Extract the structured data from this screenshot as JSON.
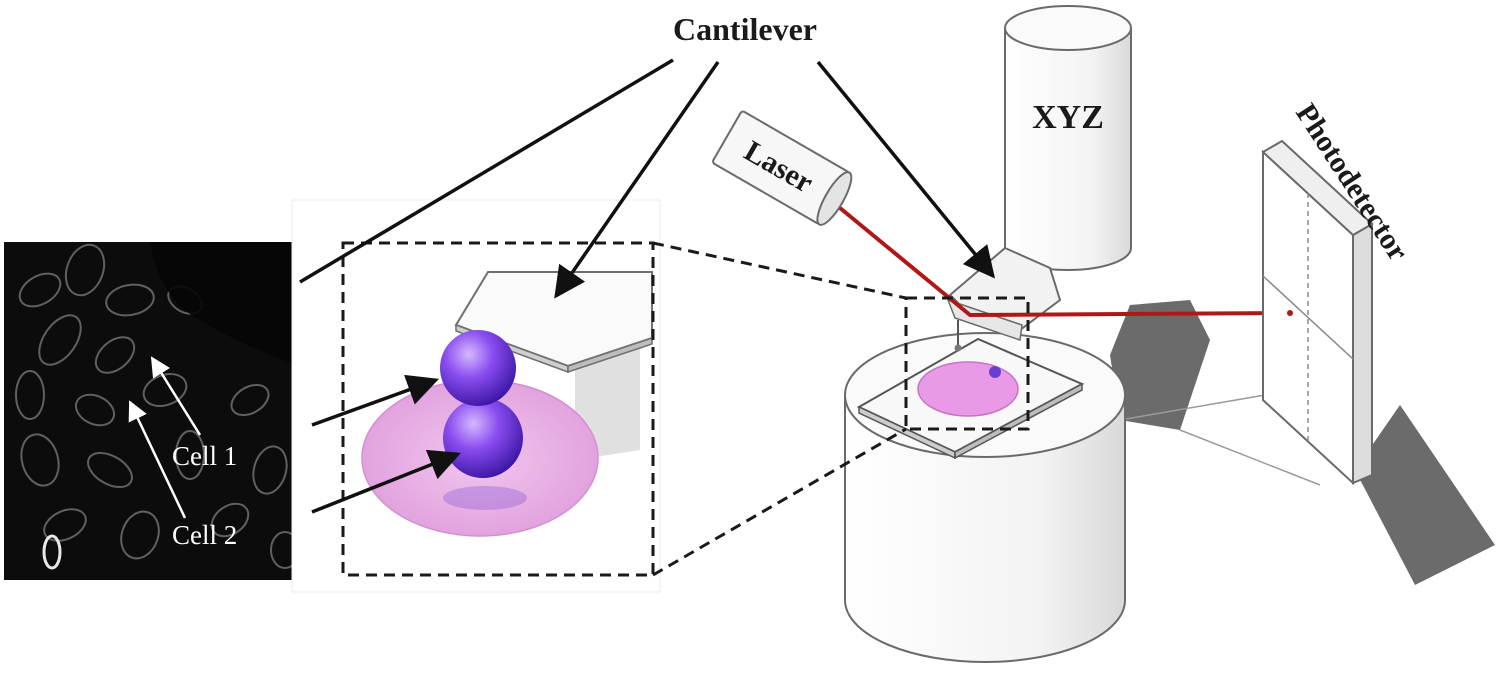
{
  "labels": {
    "cantilever": "Cantilever",
    "laser": "Laser",
    "xyz": "XYZ",
    "photodetector": "Photodetector",
    "cell1": "Cell 1",
    "cell2": "Cell 2"
  },
  "colors": {
    "laser_beam": "#b01818",
    "cell": "#7a3fe0",
    "dish": "#e7a9e4",
    "shadow": "#6b6b6b",
    "micrograph_bg": "#0c0c0c"
  }
}
